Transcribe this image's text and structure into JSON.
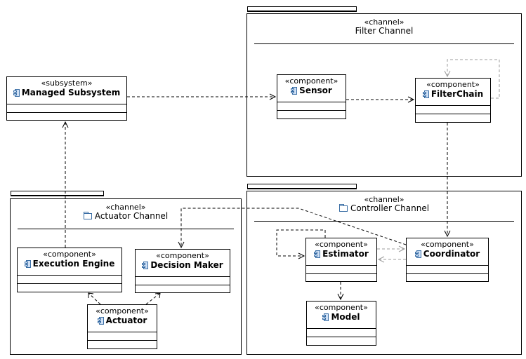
{
  "packages": {
    "filter": {
      "stereotype": "«channel»",
      "name": "Filter Channel"
    },
    "actuator": {
      "stereotype": "«channel»",
      "name": "Actuator Channel"
    },
    "controller": {
      "stereotype": "«channel»",
      "name": "Controller Channel"
    }
  },
  "components": {
    "managed": {
      "stereotype": "«subsystem»",
      "name": "Managed Subsystem"
    },
    "sensor": {
      "stereotype": "«component»",
      "name": "Sensor"
    },
    "filterchain": {
      "stereotype": "«component»",
      "name": "FilterChain"
    },
    "execution": {
      "stereotype": "«component»",
      "name": "Execution Engine"
    },
    "decision": {
      "stereotype": "«component»",
      "name": "Decision Maker"
    },
    "actuator": {
      "stereotype": "«component»",
      "name": "Actuator"
    },
    "estimator": {
      "stereotype": "«component»",
      "name": "Estimator"
    },
    "coordinator": {
      "stereotype": "«component»",
      "name": "Coordinator"
    },
    "model": {
      "stereotype": "«component»",
      "name": "Model"
    }
  },
  "icons": {
    "component": "component-icon",
    "package": "folder-icon"
  },
  "colors": {
    "line": "#000000",
    "faint_line": "#9e9e9e",
    "icon_accent": "#3a6ea5"
  }
}
